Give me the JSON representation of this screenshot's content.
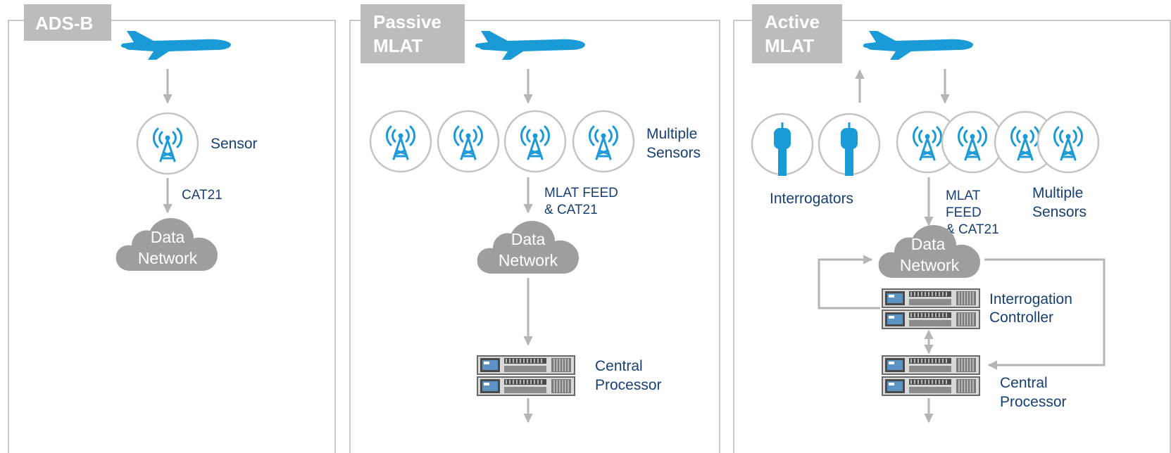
{
  "panels": {
    "adsb": {
      "tab": "ADS-B",
      "sensor_label": "Sensor",
      "link_label": "CAT21",
      "network_line1": "Data",
      "network_line2": "Network"
    },
    "passive": {
      "tab_line1": "Passive",
      "tab_line2": "MLAT",
      "sensors_line1": "Multiple",
      "sensors_line2": "Sensors",
      "feed_line1": "MLAT FEED",
      "feed_line2": "& CAT21",
      "network_line1": "Data",
      "network_line2": "Network",
      "processor_line1": "Central",
      "processor_line2": "Processor"
    },
    "active": {
      "tab_line1": "Active",
      "tab_line2": "MLAT",
      "interrogators_label": "Interrogators",
      "feed_line1": "MLAT",
      "feed_line2": "FEED",
      "feed_line3": "& CAT21",
      "sensors_line1": "Multiple",
      "sensors_line2": "Sensors",
      "network_line1": "Data",
      "network_line2": "Network",
      "controller_line1": "Interrogation",
      "controller_line2": "Controller",
      "processor_line1": "Central",
      "processor_line2": "Processor"
    }
  },
  "colors": {
    "accent_blue": "#1a9ad6",
    "label_navy": "#163f73",
    "tab_gray": "#bcbcbc",
    "cloud_gray": "#9e9e9e",
    "arrow_gray": "#b5b5b5"
  },
  "icons": [
    "airplane-icon",
    "radio-tower-icon",
    "cloud-icon",
    "server-rack-icon",
    "interrogator-antenna-icon"
  ]
}
